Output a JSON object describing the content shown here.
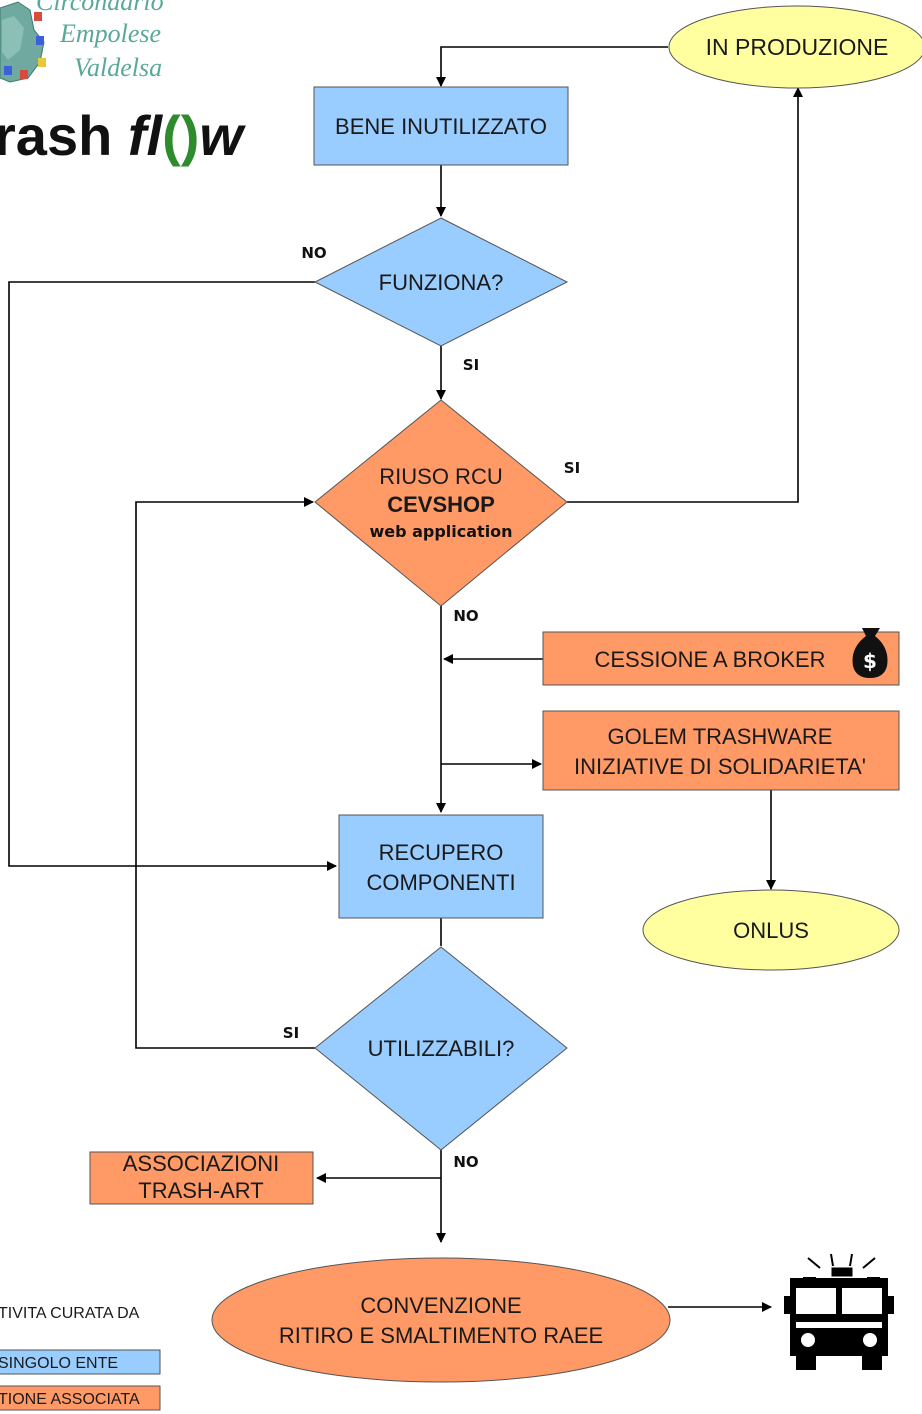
{
  "header": {
    "logo_lines": [
      "Circondario",
      "Empolese",
      "Valdelsa"
    ],
    "title_pre": "rash ",
    "title_fl": "fl",
    "title_paren": "()",
    "title_w": "w"
  },
  "nodes": {
    "in_produzione": "IN PRODUZIONE",
    "bene_inutilizzato": "BENE INUTILIZZATO",
    "funziona": "FUNZIONA?",
    "riuso_line1": "RIUSO RCU",
    "riuso_line2": "CEVSHOP",
    "riuso_line3": "web application",
    "cessione_broker": "CESSIONE A BROKER",
    "golem_line1": "GOLEM TRASHWARE",
    "golem_line2": "INIZIATIVE DI SOLIDARIETA'",
    "recupero_line1": "RECUPERO",
    "recupero_line2": "COMPONENTI",
    "onlus": "ONLUS",
    "utilizzabili": "UTILIZZABILI?",
    "associazioni_line1": "ASSOCIAZIONI",
    "associazioni_line2": "TRASH-ART",
    "convenzione_line1": "CONVENZIONE",
    "convenzione_line2": "RITIRO E SMALTIMENTO RAEE"
  },
  "edge_labels": {
    "funziona_no": "NO",
    "funziona_si": "SI",
    "riuso_si": "SI",
    "riuso_no": "NO",
    "utilizzabili_si": "SI",
    "utilizzabili_no": "NO"
  },
  "legend": {
    "title": "TIVITA CURATA DA",
    "single": "SINGOLO ENTE",
    "associated": "TIONE ASSOCIATA"
  },
  "icons": [
    "money-bag-icon",
    "fire-truck-icon"
  ],
  "colors": {
    "blue": "#99ccff",
    "orange": "#ff9966",
    "yellow": "#ffffa0",
    "green_logo": "#5aa89a",
    "title_green": "#2e8b2e"
  }
}
